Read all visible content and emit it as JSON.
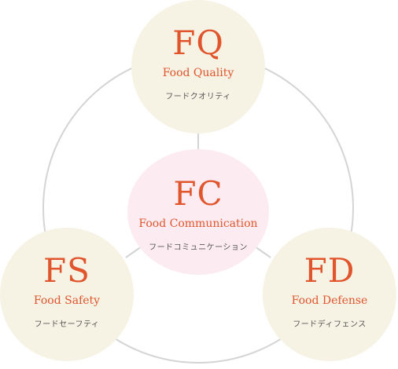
{
  "colors": {
    "accent": "#e0552c",
    "subtext": "#555555",
    "outer_circle_fill": "#f6f2e4",
    "center_circle_fill": "#fcebf1",
    "ring_stroke": "#d4d4d4"
  },
  "nodes": {
    "fq": {
      "abbr": "FQ",
      "en": "Food Quality",
      "ja": "フードクオリティ"
    },
    "fc": {
      "abbr": "FC",
      "en": "Food Communication",
      "ja": "フードコミュニケーション"
    },
    "fs": {
      "abbr": "FS",
      "en": "Food Safety",
      "ja": "フードセーフティ"
    },
    "fd": {
      "abbr": "FD",
      "en": "Food Defense",
      "ja": "フードディフェンス"
    }
  }
}
